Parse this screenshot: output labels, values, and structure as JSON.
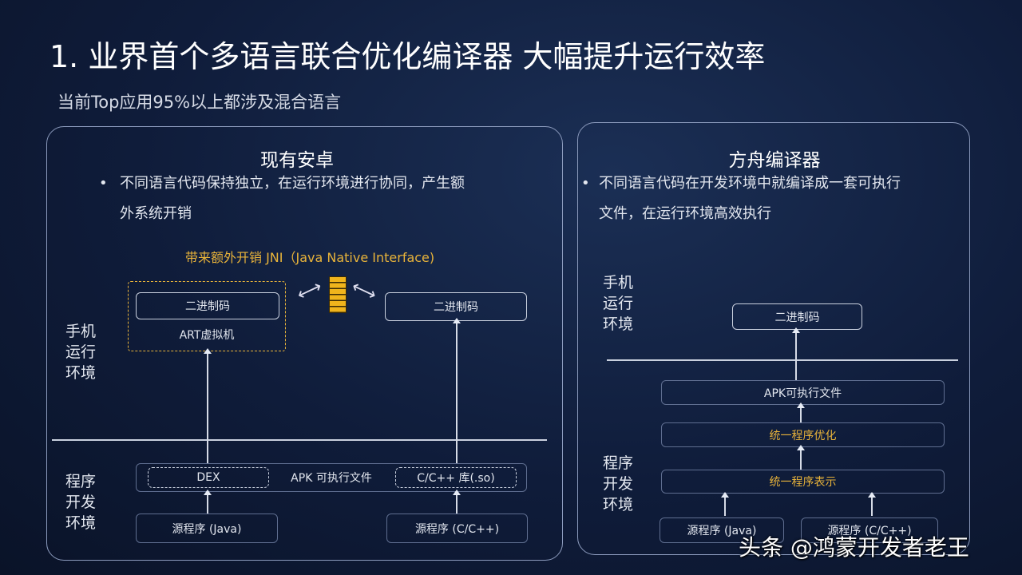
{
  "title": "1. 业界首个多语言联合优化编译器 大幅提升运行效率",
  "subtitle": "当前Top应用95%以上都涉及混合语言",
  "left": {
    "heading": "现有安卓",
    "bullet_line1": "不同语言代码保持独立，在运行环境进行协同，产生额",
    "bullet_line2": "外系统开销",
    "jni_note": "带来额外开销  JNI（Java Native Interface)",
    "binary1": "二进制码",
    "art_vm": "ART虚拟机",
    "binary2": "二进制码",
    "runtime_label": "手机运行环境",
    "dev_label": "程序开发环境",
    "apk": "APK 可执行文件",
    "dex": "DEX",
    "cso": "C/C++ 库(.so)",
    "src_java": "源程序 (Java)",
    "src_c": "源程序 (C/C++)"
  },
  "right": {
    "heading": "方舟编译器",
    "bullet_line1": "不同语言代码在开发环境中就编译成一套可执行",
    "bullet_line2": "文件，在运行环境高效执行",
    "runtime_label": "手机运行环境",
    "binary": "二进制码",
    "apk": "APK可执行文件",
    "optimize": "统一程序优化",
    "represent": "统一程序表示",
    "dev_label": "程序开发环境",
    "src_java": "源程序 (Java)",
    "src_c": "源程序 (C/C++)"
  },
  "watermark": "头条 @鸿蒙开发者老王",
  "colors": {
    "accent": "#e8b33a",
    "background": "#0f1c3a"
  }
}
